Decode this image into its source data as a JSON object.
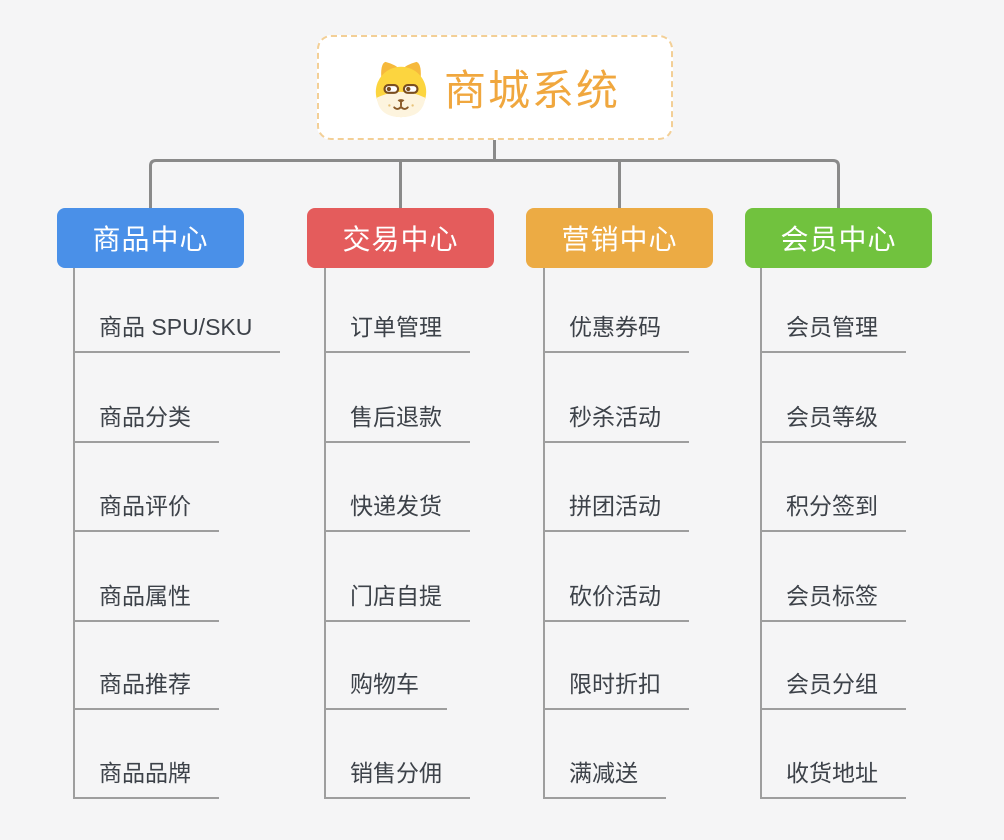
{
  "page": {
    "background_color": "#f5f5f6",
    "connector_color": "#8a8a8a",
    "branch_line_color": "#9e9e9e"
  },
  "root": {
    "title": "商城系统",
    "icon": "dog-face-icon",
    "text_color": "#f0a73e",
    "border_color": "#f3cf96"
  },
  "branches": [
    {
      "label": "商品中心",
      "color": "#4a90e8",
      "items": [
        "商品 SPU/SKU",
        "商品分类",
        "商品评价",
        "商品属性",
        "商品推荐",
        "商品品牌"
      ]
    },
    {
      "label": "交易中心",
      "color": "#e45c5c",
      "items": [
        "订单管理",
        "售后退款",
        "快递发货",
        "门店自提",
        "购物车",
        "销售分佣"
      ]
    },
    {
      "label": "营销中心",
      "color": "#ecab44",
      "items": [
        "优惠券码",
        "秒杀活动",
        "拼团活动",
        "砍价活动",
        "限时折扣",
        "满减送"
      ]
    },
    {
      "label": "会员中心",
      "color": "#71c23e",
      "items": [
        "会员管理",
        "会员等级",
        "积分签到",
        "会员标签",
        "会员分组",
        "收货地址"
      ]
    }
  ]
}
